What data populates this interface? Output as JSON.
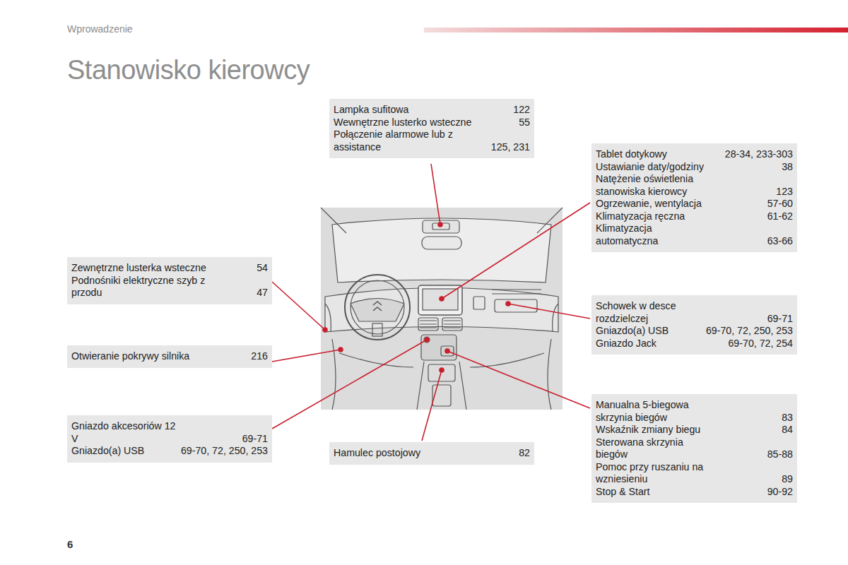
{
  "diagram": {
    "title": "Stanowisko kierowcy",
    "nodes": [
      {
        "text": [
          "Lampka sufitowa",
          "122",
          "Wewnętrzne lusterko wsteczne",
          "55",
          "Połączenie alarmowe lub z assistance",
          "125, 231"
        ]
      },
      {
        "text": [
          "Tablet dotykowy",
          "28-34, 233-303",
          "Ustawianie daty/godziny",
          "38",
          "Natężenie oświetlenia stanowiska kierowcy",
          "123",
          "Ogrzewanie, wentylacja",
          "57-60",
          "Klimatyzacja ręczna",
          "61-62",
          "Klimatyzacja automatyczna",
          "63-66"
        ]
      },
      {
        "text": [
          "Zewnętrzne lusterka wsteczne",
          "54",
          "Podnośniki elektryczne szyb z przodu",
          "47"
        ]
      },
      {
        "text": [
          "Schowek w desce rozdzielczej",
          "69-71",
          "Gniazdo(a) USB",
          "69-70, 72, 250, 253",
          "Gniazdo Jack",
          "69-70, 72, 254"
        ]
      },
      {
        "text": [
          "Otwieranie pokrywy silnika",
          "216"
        ]
      },
      {
        "text": [
          "Gniazdo akcesoriów 12 V",
          "69-71",
          "Gniazdo(a) USB",
          "69-70, 72, 250, 253"
        ]
      },
      {
        "text": [
          "Manualna 5-biegowa skrzynia biegów",
          "83",
          "Wskaźnik zmiany biegu",
          "84",
          "Sterowana skrzynia biegów",
          "85-88",
          "Pomoc przy ruszaniu na wzniesieniu",
          "89",
          "Stop & Start",
          "90-92"
        ]
      },
      {
        "text": [
          "Hamulec postojowy",
          "82"
        ]
      }
    ],
    "labels": [
      "Wprowadzenie",
      "6"
    ]
  }
}
